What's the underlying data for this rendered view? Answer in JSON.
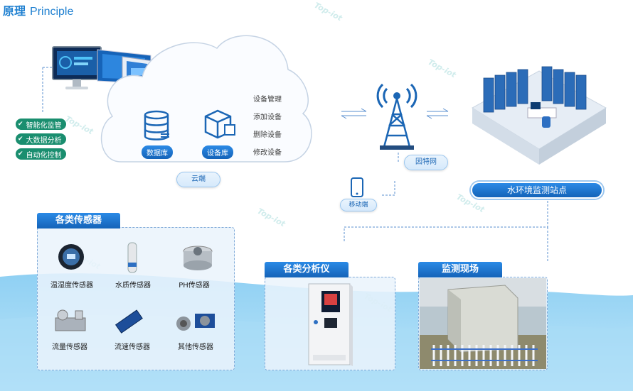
{
  "header": {
    "title_cn": "原理",
    "title_en": "Principle"
  },
  "features": [
    "智能化监管",
    "大数据分析",
    "自动化控制"
  ],
  "cloud": {
    "label": "云端",
    "database_label": "数据库",
    "device_lib_label": "设备库",
    "menu": [
      "设备管理",
      "添加设备",
      "删除设备",
      "修改设备"
    ]
  },
  "network": {
    "internet_label": "因特网",
    "mobile_label": "移动端"
  },
  "station": {
    "label": "水环境监测站点"
  },
  "sensors": {
    "title": "各类传感器",
    "items": [
      "温湿度传感器",
      "水质传感器",
      "PH传感器",
      "流量传感器",
      "流速传感器",
      "其他传感器"
    ]
  },
  "analyzers": {
    "title": "各类分析仪"
  },
  "site": {
    "title": "监测现场"
  },
  "colors": {
    "brand": "#1d7fd0",
    "accent": "#1463b8",
    "feature_green": "#1a8e6f"
  }
}
